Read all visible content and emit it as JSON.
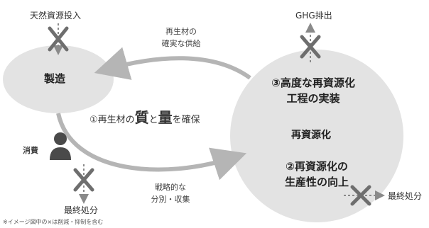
{
  "labels": {
    "natural_input": "天然資源投入",
    "ghg": "GHG排出",
    "manufacturing": "製造",
    "recycled_supply_line1": "再生材の",
    "recycled_supply_line2": "確実な供給",
    "quality_prefix": "①再生材の",
    "quality_char1": "質",
    "quality_and": "と",
    "quality_char2": "量",
    "quality_suffix": "を確保",
    "advanced_line1": "③高度な再資源化",
    "advanced_line2": "工程の実装",
    "recycling": "再資源化",
    "productivity_line1": "②再資源化の",
    "productivity_line2": "生産性の向上",
    "consumption": "消費",
    "strategic_line1": "戦略的な",
    "strategic_line2": "分別・収集",
    "final_disposal_left": "最終処分",
    "final_disposal_right": "最終処分",
    "footnote": "※イメージ図中の×は削減・抑制を含む"
  },
  "colors": {
    "node_fill": "#e3e3e3",
    "arrow_gray": "#b5b5b5",
    "cross_gray": "#6e6e6e",
    "dashed_gray": "#8a8a8a"
  }
}
